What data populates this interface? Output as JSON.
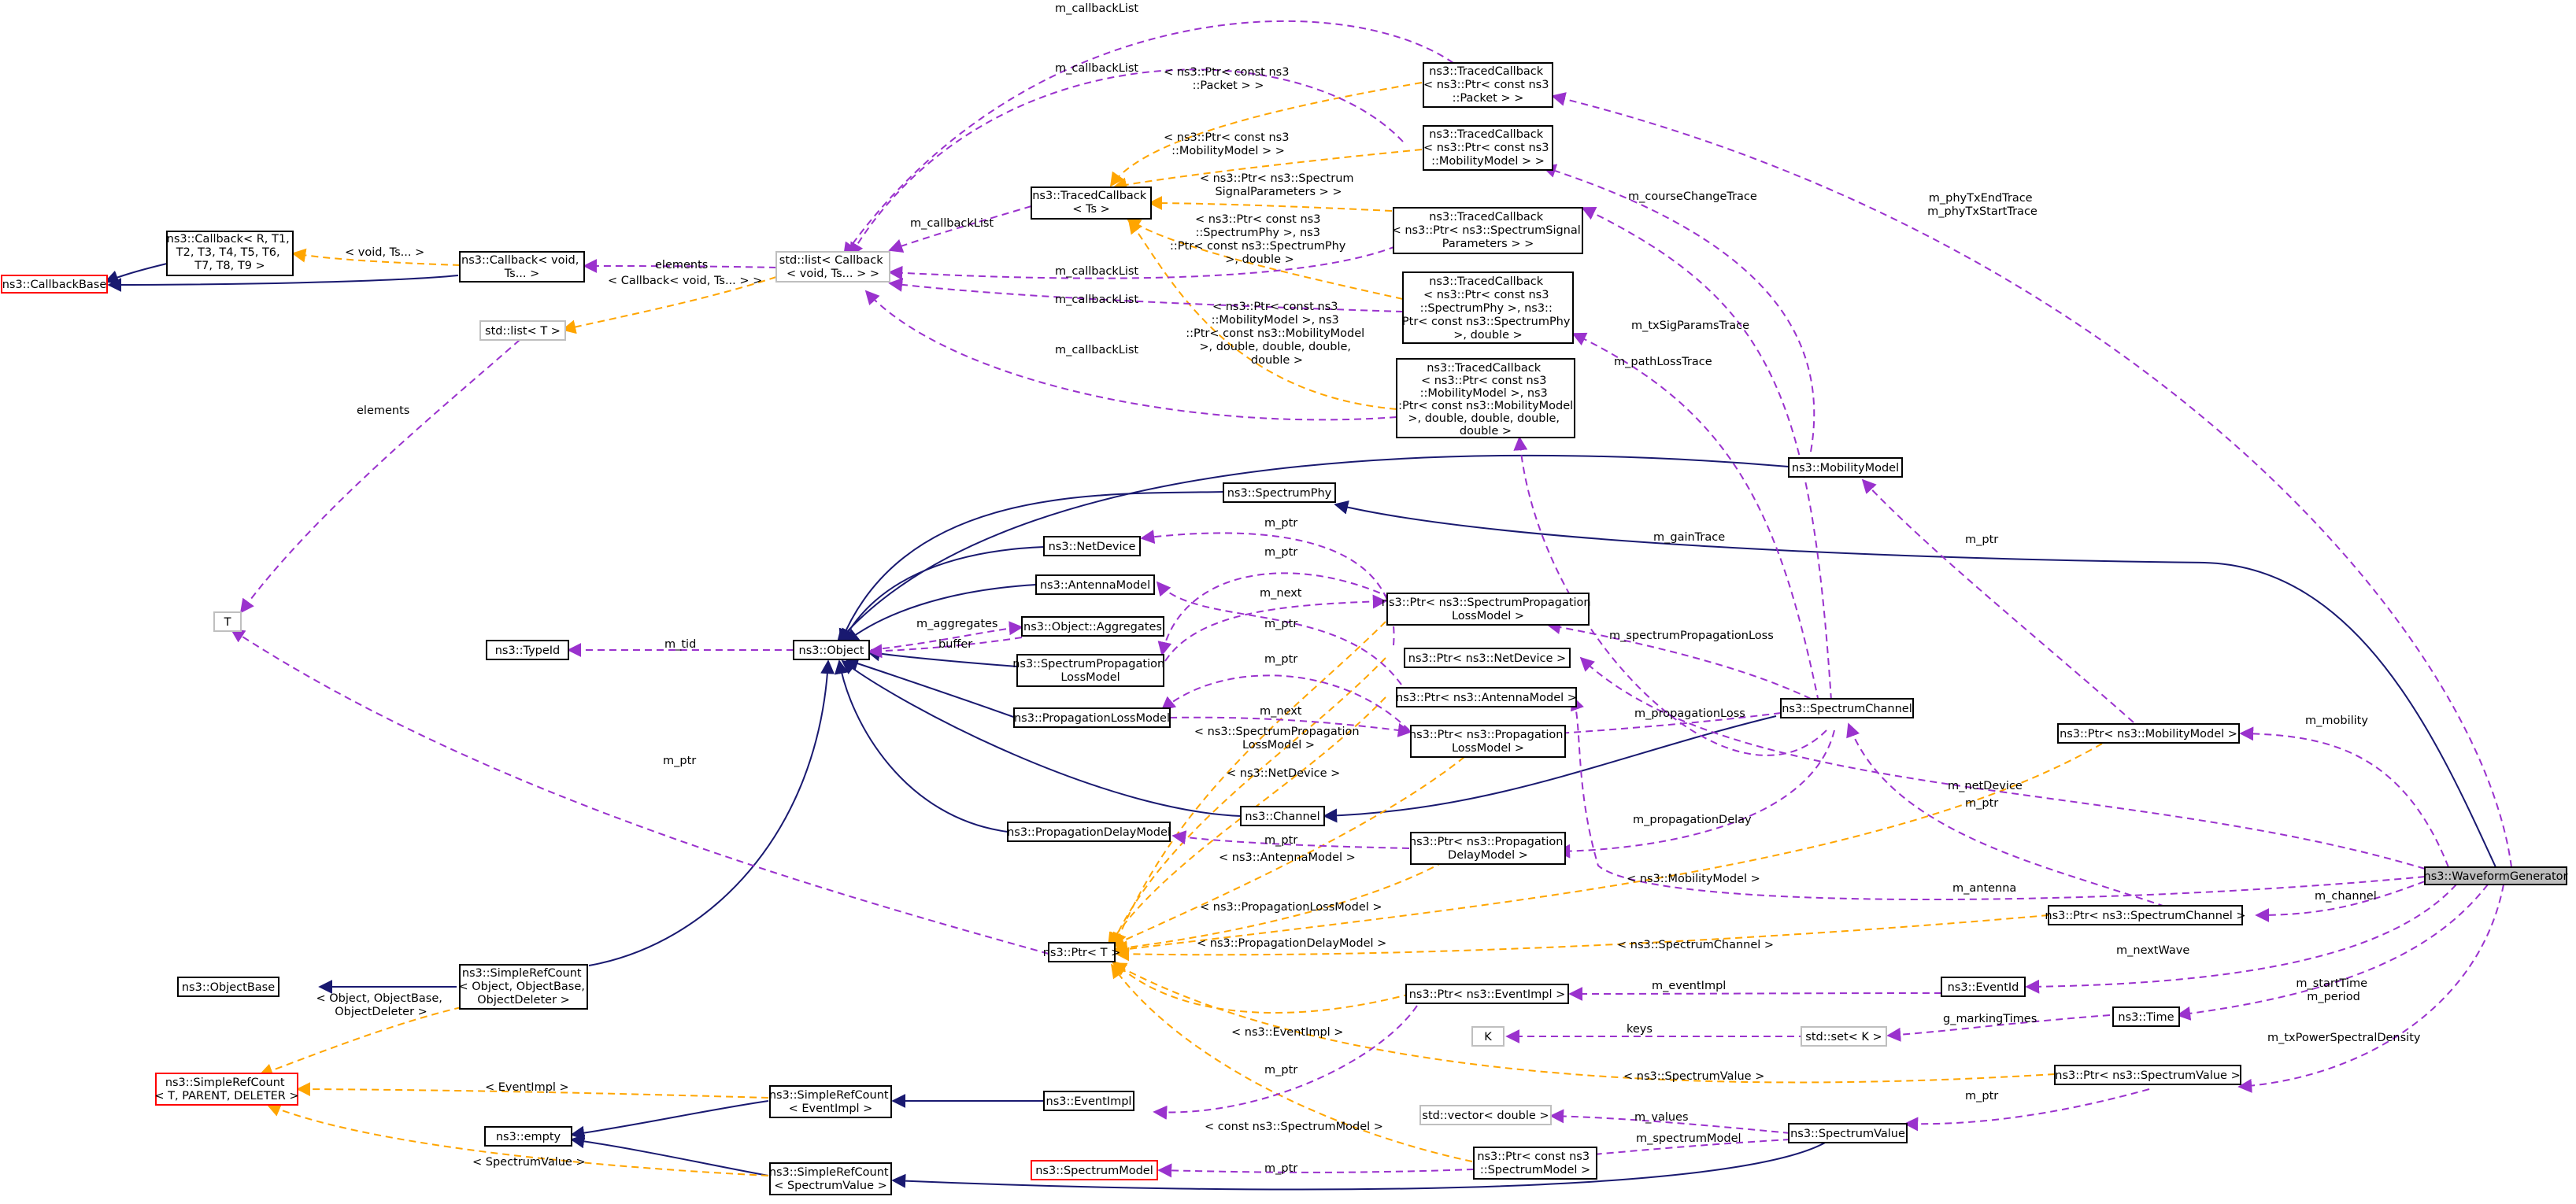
{
  "nodes": {
    "waveform_generator": "ns3::WaveformGenerator",
    "callback_base": "ns3::CallbackBase",
    "callback_r": [
      "ns3::Callback< R, T1,",
      "T2, T3, T4, T5, T6,",
      "T7, T8, T9 >"
    ],
    "callback_void": [
      "ns3::Callback< void,",
      "Ts... >"
    ],
    "std_list_callback": [
      "std::list< Callback",
      "< void, Ts... > >"
    ],
    "std_list_t": "std::list< T >",
    "t": "T",
    "traced_callback_ts": [
      "ns3::TracedCallback",
      "< Ts >"
    ],
    "tc_packet": [
      "ns3::TracedCallback",
      "< ns3::Ptr< const ns3",
      "::Packet > >"
    ],
    "tc_mobility": [
      "ns3::TracedCallback",
      "< ns3::Ptr< const ns3",
      "::MobilityModel > >"
    ],
    "tc_spectrum_signal": [
      "ns3::TracedCallback",
      "< ns3::Ptr< ns3::SpectrumSignal",
      "Parameters > >"
    ],
    "tc_spectrum_phy": [
      "ns3::TracedCallback",
      "< ns3::Ptr< const ns3",
      "::SpectrumPhy >, ns3::",
      "Ptr< const ns3::SpectrumPhy",
      ">, double >"
    ],
    "tc_gain": [
      "ns3::TracedCallback",
      "< ns3::Ptr< const ns3",
      "::MobilityModel >, ns3",
      "::Ptr< const ns3::MobilityModel",
      ">, double, double, double,",
      "double >"
    ],
    "type_id": "ns3::TypeId",
    "object": "ns3::Object",
    "spectrum_phy": "ns3::SpectrumPhy",
    "net_device": "ns3::NetDevice",
    "antenna_model": "ns3::AntennaModel",
    "object_aggregates": "ns3::Object::Aggregates",
    "spectrum_propagation_loss_model": [
      "ns3::SpectrumPropagation",
      "LossModel"
    ],
    "propagation_loss_model": "ns3::PropagationLossModel",
    "propagation_delay_model": "ns3::PropagationDelayModel",
    "channel": "ns3::Channel",
    "mobility_model": "ns3::MobilityModel",
    "spectrum_channel": "ns3::SpectrumChannel",
    "ptr_spectrum_propagation_loss": [
      "ns3::Ptr< ns3::SpectrumPropagation",
      "LossModel >"
    ],
    "ptr_net_device": "ns3::Ptr< ns3::NetDevice >",
    "ptr_antenna_model": "ns3::Ptr< ns3::AntennaModel >",
    "ptr_propagation_loss": [
      "ns3::Ptr< ns3::Propagation",
      "LossModel >"
    ],
    "ptr_propagation_delay": [
      "ns3::Ptr< ns3::Propagation",
      "DelayModel >"
    ],
    "ptr_mobility_model": "ns3::Ptr< ns3::MobilityModel >",
    "ptr_spectrum_channel": "ns3::Ptr< ns3::SpectrumChannel >",
    "ptr_t": "ns3::Ptr< T >",
    "object_base": "ns3::ObjectBase",
    "simple_ref_count_object": [
      "ns3::SimpleRefCount",
      "< Object, ObjectBase,",
      "ObjectDeleter >"
    ],
    "simple_ref_count_t": [
      "ns3::SimpleRefCount",
      "< T, PARENT, DELETER >"
    ],
    "empty": "ns3::empty",
    "simple_ref_count_event_impl": [
      "ns3::SimpleRefCount",
      "< EventImpl >"
    ],
    "simple_ref_count_spectrum_value": [
      "ns3::SimpleRefCount",
      "< SpectrumValue >"
    ],
    "event_impl": "ns3::EventImpl",
    "spectrum_model": "ns3::SpectrumModel",
    "ptr_event_impl": "ns3::Ptr< ns3::EventImpl >",
    "ptr_spectrum_model": [
      "ns3::Ptr< const ns3",
      "::SpectrumModel >"
    ],
    "k": "K",
    "std_set_k": "std::set< K >",
    "std_vector_double": "std::vector< double >",
    "event_id": "ns3::EventId",
    "time": "ns3::Time",
    "ptr_spectrum_value": "ns3::Ptr< ns3::SpectrumValue >",
    "spectrum_value": "ns3::SpectrumValue"
  },
  "edge_labels": {
    "callback_list_top": "m_callbackList",
    "callback_list_2": "m_callbackList",
    "callback_list_3": "m_callbackList",
    "callback_list_4": "m_callbackList",
    "callback_list_5": "m_callbackList",
    "callback_list_6": "m_callbackList",
    "tpl_packet": [
      "< ns3::Ptr< const ns3",
      "::Packet > >"
    ],
    "tpl_mobility": [
      "< ns3::Ptr< const ns3",
      "::MobilityModel > >"
    ],
    "tpl_signal": [
      "< ns3::Ptr< ns3::Spectrum",
      "SignalParameters > >"
    ],
    "tpl_phy": [
      "< ns3::Ptr< const ns3",
      "::SpectrumPhy >, ns3",
      "::Ptr< const ns3::SpectrumPhy",
      ">, double >"
    ],
    "tpl_gain": [
      "< ns3::Ptr< const ns3",
      "::MobilityModel >, ns3",
      "::Ptr< const ns3::MobilityModel",
      ">, double, double, double,",
      "double >"
    ],
    "tpl_void": "< void, Ts... >",
    "elements_1": "elements",
    "tpl_callback_void": "< Callback< void, Ts... > >",
    "elements_2": "elements",
    "phy_tx_trace": [
      "m_phyTxEndTrace",
      "m_phyTxStartTrace"
    ],
    "course_change": "m_courseChangeTrace",
    "tx_sig_params": "m_txSigParamsTrace",
    "path_loss": "m_pathLossTrace",
    "gain_trace": "m_gainTrace",
    "m_tid": "m_tid",
    "m_aggregates": "m_aggregates",
    "buffer": "buffer",
    "m_ptr_netdevice": "m_ptr",
    "m_ptr_antenna": "m_ptr",
    "m_next_1": "m_next",
    "m_ptr_splm": "m_ptr",
    "m_ptr_plm": "m_ptr",
    "m_next_2": "m_next",
    "m_ptr_pdm": "m_ptr",
    "m_ptr_t": "m_ptr",
    "m_ptr_mobility": "m_ptr",
    "spectrum_propagation_loss": "m_spectrumPropagationLoss",
    "propagation_loss": "m_propagationLoss",
    "propagation_delay": "m_propagationDelay",
    "m_mobility": "m_mobility",
    "m_net_device": "m_netDevice",
    "m_antenna": "m_antenna",
    "m_ptr_channel": "m_ptr",
    "m_channel": "m_channel",
    "tpl_splm": [
      "< ns3::SpectrumPropagation",
      "LossModel >"
    ],
    "tpl_netdevice": "< ns3::NetDevice >",
    "tpl_antenna": "< ns3::AntennaModel >",
    "tpl_plm": "< ns3::PropagationLossModel >",
    "tpl_pdm": "< ns3::PropagationDelayModel >",
    "tpl_mobility_model": "< ns3::MobilityModel >",
    "tpl_spectrum_channel": "< ns3::SpectrumChannel >",
    "m_next_wave": "m_nextWave",
    "m_event_impl": "m_eventImpl",
    "m_start_time": [
      "m_startTime",
      "m_period"
    ],
    "keys": "keys",
    "g_marking_times": "g_markingTimes",
    "tpl_event_impl_ptr": "< ns3::EventImpl >",
    "tpl_spectrum_value_ptr": "< ns3::SpectrumValue >",
    "m_tx_psd": "m_txPowerSpectralDensity",
    "m_ptr_event_impl": "m_ptr",
    "m_ptr_spectrum_value": "m_ptr",
    "tpl_object_base": [
      "< Object, ObjectBase,",
      "ObjectDeleter >"
    ],
    "tpl_event_impl": "< EventImpl >",
    "tpl_spectrum_value": "< SpectrumValue >",
    "m_values": "m_values",
    "m_spectrum_model": "m_spectrumModel",
    "tpl_const_spectrum_model": "< const ns3::SpectrumModel >",
    "m_ptr_spectrum_model": "m_ptr"
  },
  "colors": {
    "inheritance": "#191970",
    "usage": "#9a32cd",
    "template": "#ffa500",
    "focus_fill": "#bfbfbf",
    "undocumented_border": "#bfbfbf",
    "truncated_border": "#ff0000"
  }
}
